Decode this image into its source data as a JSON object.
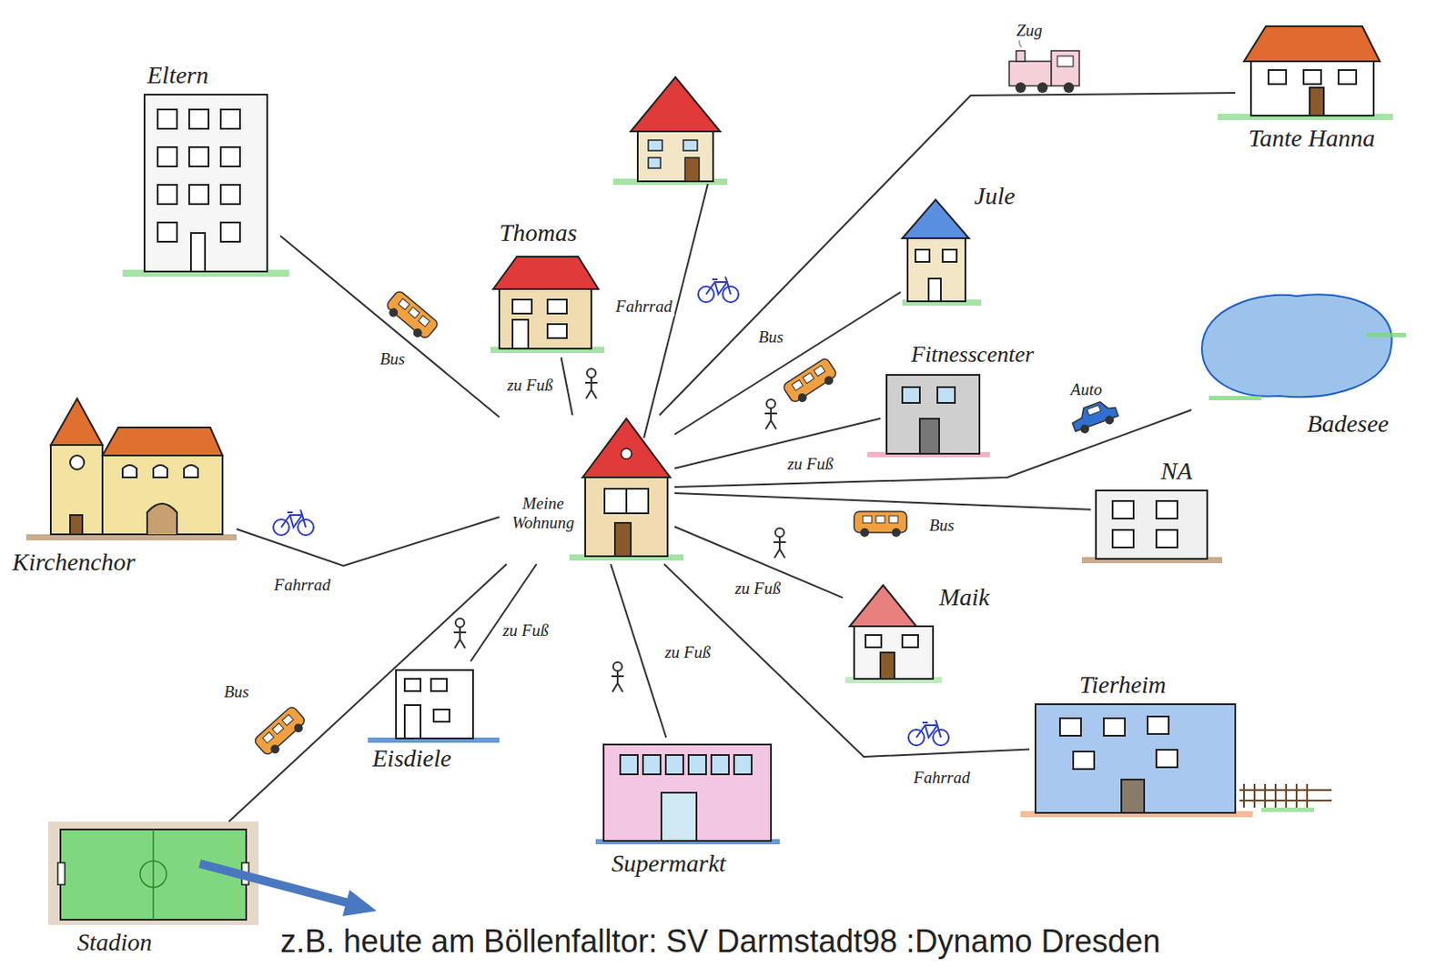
{
  "diagram": {
    "nodes": [
      {
        "text": [
          "Eltern"
        ]
      },
      {
        "text": [
          "Tante Hanna"
        ]
      },
      {
        "text": [
          "Thomas"
        ]
      },
      {
        "text": [
          "Jule"
        ]
      },
      {
        "text": [
          "Fitnesscenter"
        ]
      },
      {
        "text": [
          "Badesee"
        ]
      },
      {
        "text": [
          "Kirchenchor"
        ]
      },
      {
        "text": [
          "Meine Wohnung"
        ]
      },
      {
        "text": [
          "NA"
        ]
      },
      {
        "text": [
          "Maik"
        ]
      },
      {
        "text": [
          "Eisdiele"
        ]
      },
      {
        "text": [
          "Tierheim"
        ]
      },
      {
        "text": [
          "Supermarkt"
        ]
      },
      {
        "text": [
          "Stadion"
        ]
      }
    ],
    "edges": [
      {
        "from": 7,
        "to": 0,
        "arrow": "none",
        "label": "Bus"
      },
      {
        "from": 7,
        "to": 1,
        "arrow": "none",
        "label": "Zug"
      },
      {
        "from": 7,
        "to": 2,
        "arrow": "none",
        "label": "zu Fuß"
      },
      {
        "from": 7,
        "to": 3,
        "arrow": "none",
        "label": "Bus"
      },
      {
        "from": 7,
        "to": 4,
        "arrow": "none",
        "label": "zu Fuß"
      },
      {
        "from": 7,
        "to": 5,
        "arrow": "none",
        "label": "Auto"
      },
      {
        "from": 7,
        "to": 6,
        "arrow": "none",
        "label": "Fahrrad"
      },
      {
        "from": 7,
        "to": 8,
        "arrow": "none",
        "label": "Bus"
      },
      {
        "from": 7,
        "to": 9,
        "arrow": "none",
        "label": "zu Fuß"
      },
      {
        "from": 7,
        "to": 10,
        "arrow": "none",
        "label": "zu Fuß"
      },
      {
        "from": 7,
        "to": 11,
        "arrow": "none",
        "label": "Fahrrad"
      },
      {
        "from": 7,
        "to": 12,
        "arrow": "none",
        "label": "zu Fuß"
      },
      {
        "from": 7,
        "to": 13,
        "arrow": "none",
        "label": "Bus"
      }
    ],
    "labels": [
      "Fahrrad",
      "z.B. heute am Böllenfalltor: SV Darmstadt98 :Dynamo Dresden"
    ]
  }
}
